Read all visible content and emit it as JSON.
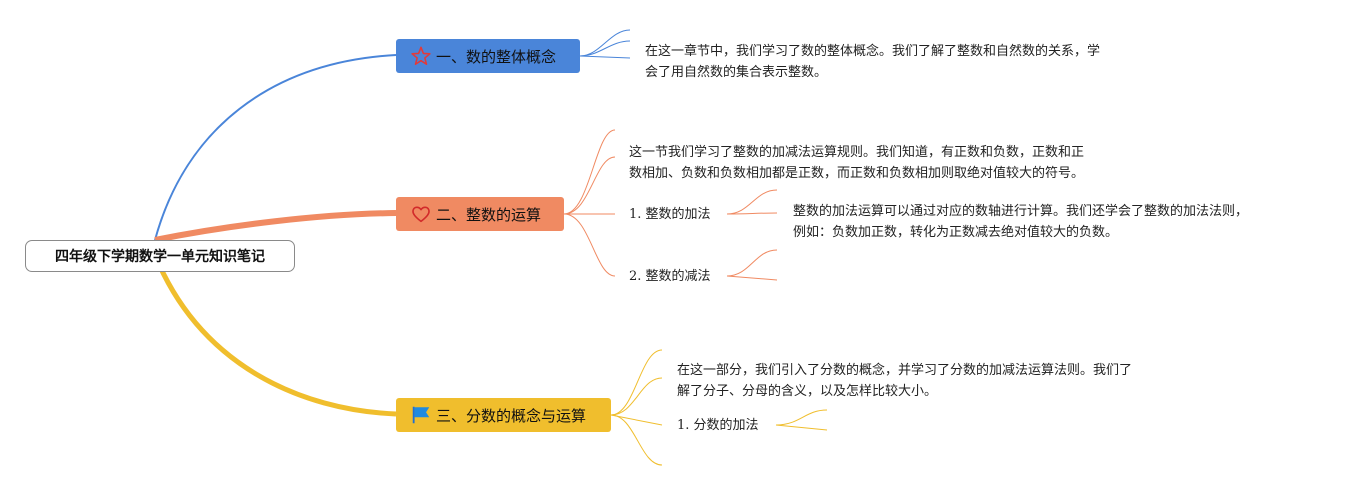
{
  "root": {
    "title": "四年级下学期数学一单元知识笔记"
  },
  "topics": [
    {
      "label": "一、数的整体概念",
      "icon": "star-icon",
      "color": "#4a85d9",
      "notes": [
        "在这一章节中，我们学习了数的整体概念。我们了解了整数和自然数的关系，学",
        "会了用自然数的集合表示整数。"
      ]
    },
    {
      "label": "二、整数的运算",
      "icon": "heart-icon",
      "color": "#f08a62",
      "notes": [
        "这一节我们学习了整数的加减法运算规则。我们知道，有正数和负数，正数和正",
        "数相加、负数和负数相加都是正数，而正数和负数相加则取绝对值较大的符号。"
      ],
      "subtopics": [
        {
          "label": "1. 整数的加法",
          "notes": [
            "整数的加法运算可以通过对应的数轴进行计算。我们还学会了整数的加法法则，",
            "例如：负数加正数，转化为正数减去绝对值较大的负数。"
          ]
        },
        {
          "label": "2. 整数的减法"
        }
      ]
    },
    {
      "label": "三、分数的概念与运算",
      "icon": "flag-icon",
      "color": "#f0be2d",
      "notes": [
        "在这一部分，我们引入了分数的概念，并学习了分数的加减法运算法则。我们了",
        "解了分子、分母的含义，以及怎样比较大小。"
      ],
      "subtopics": [
        {
          "label": "1. 分数的加法"
        }
      ]
    }
  ]
}
